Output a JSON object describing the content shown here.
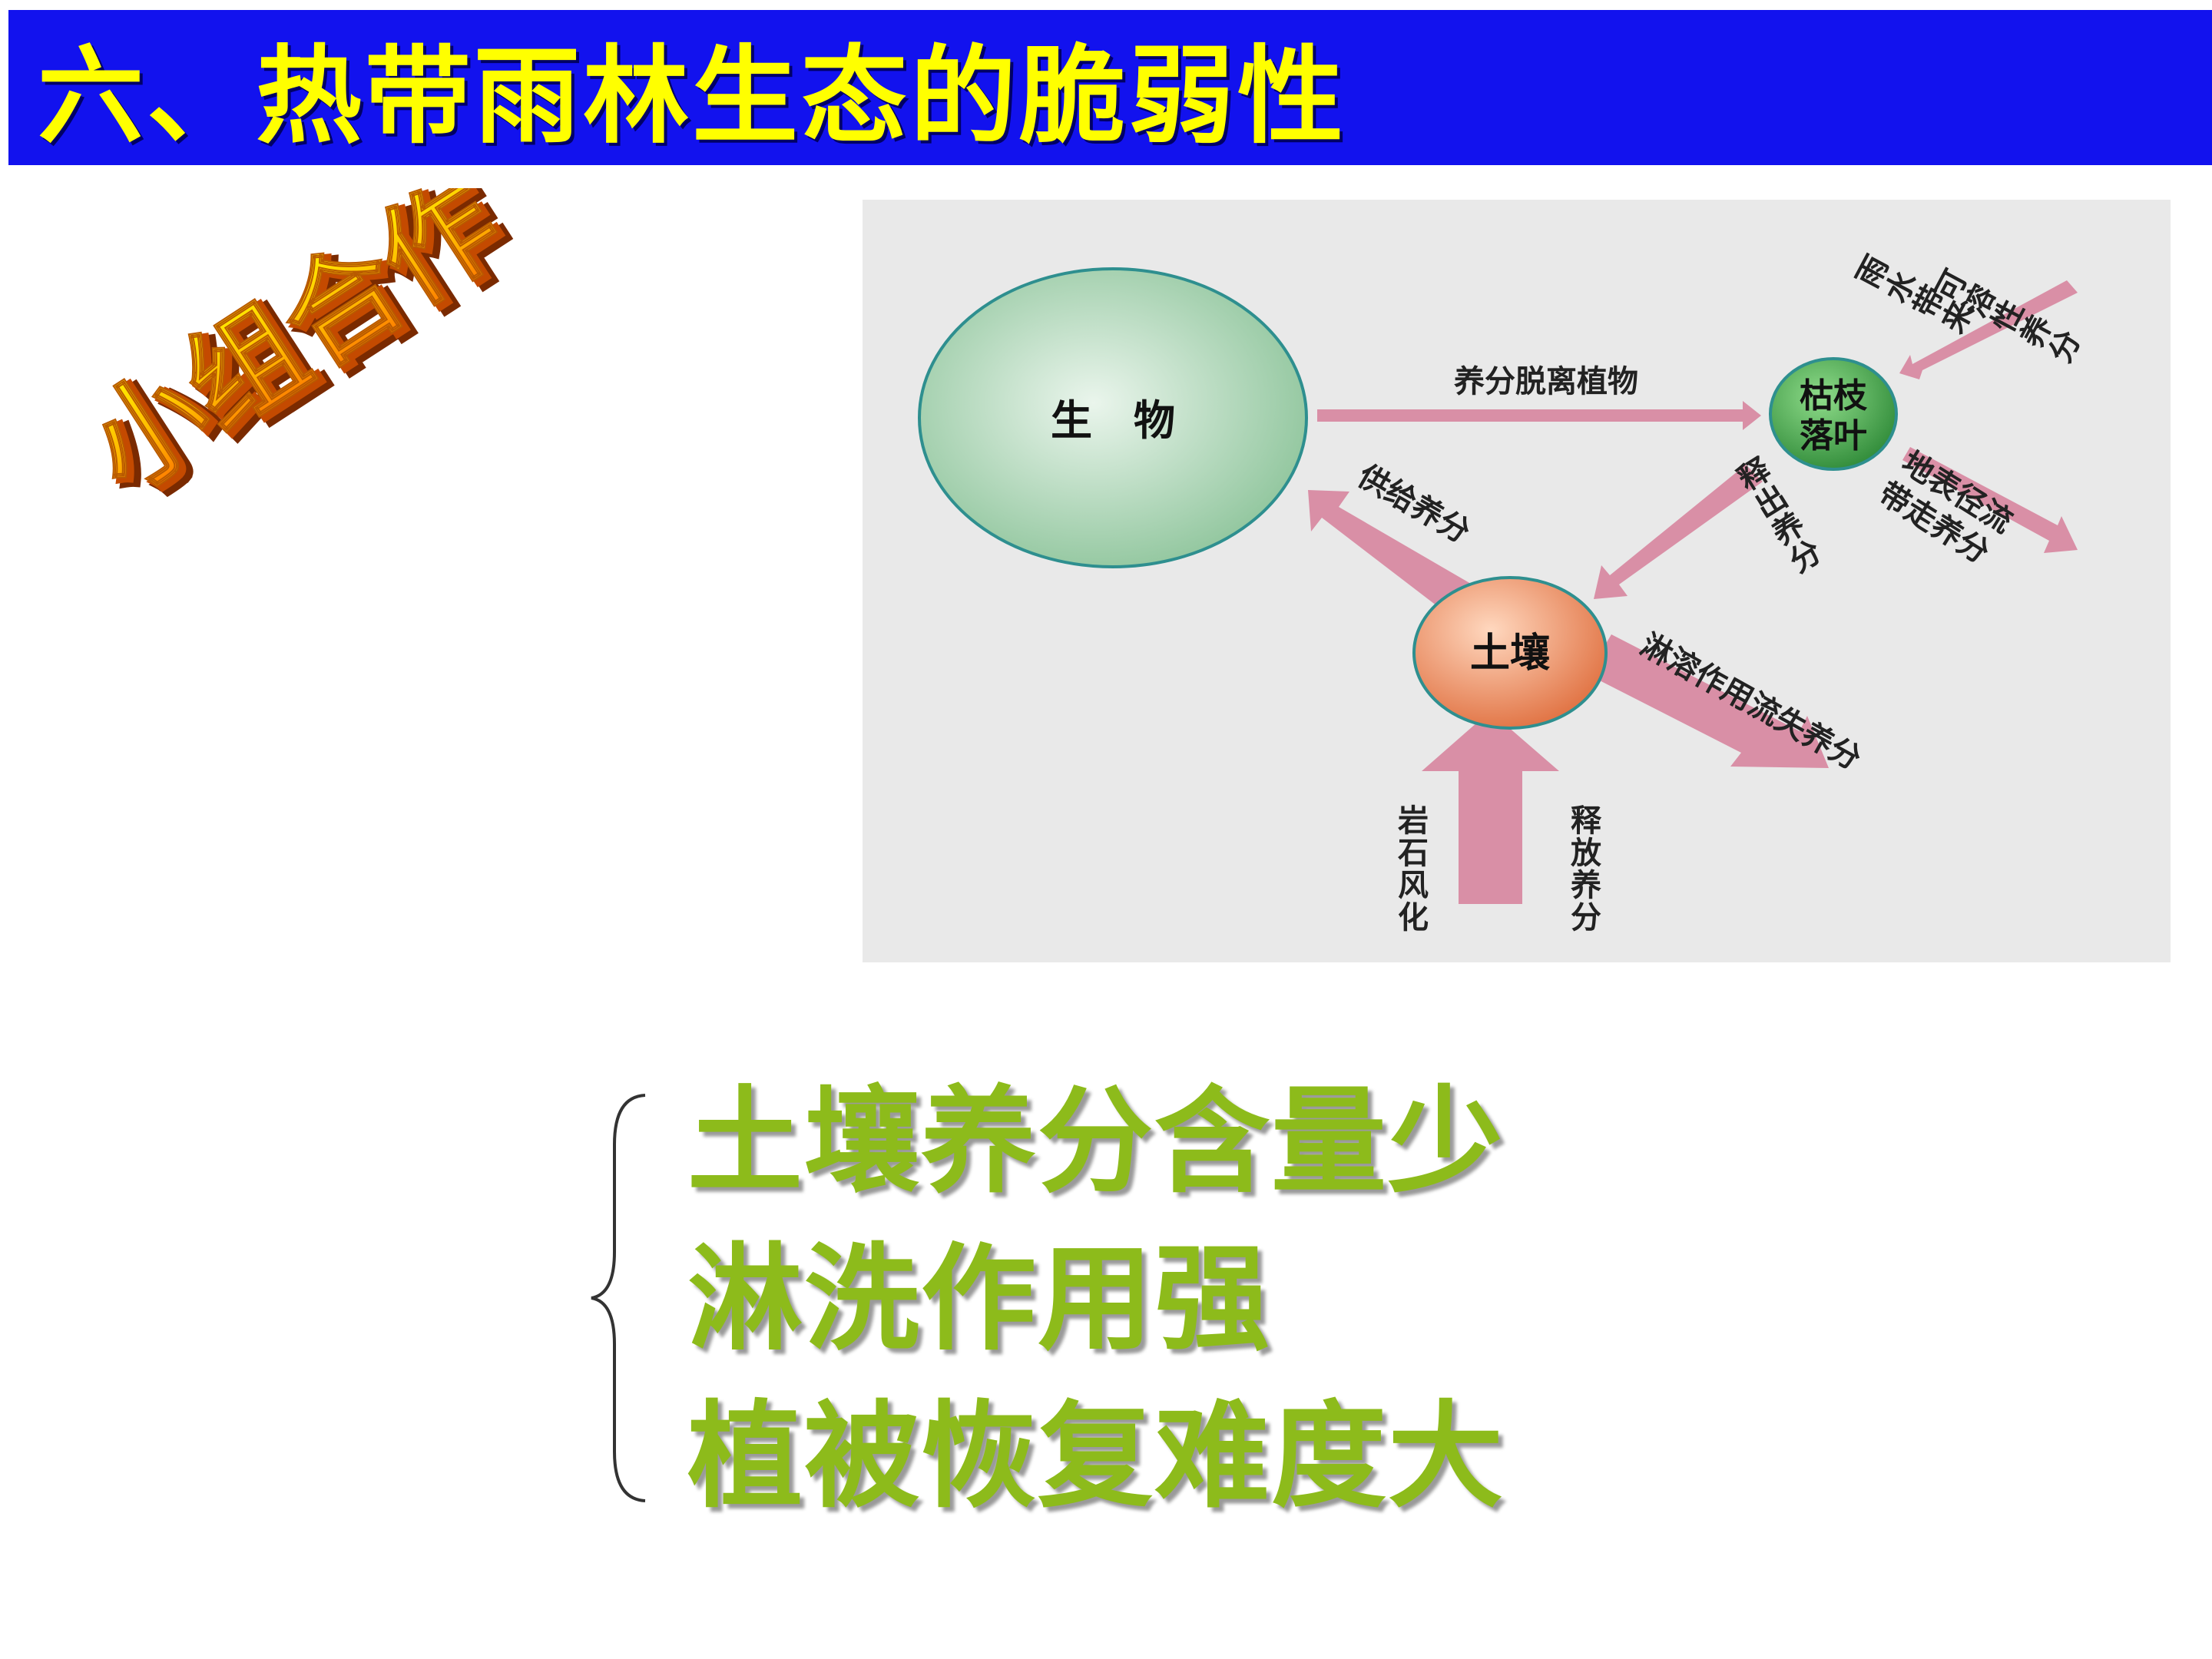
{
  "slide": {
    "title": "六、热带雨林生态的脆弱性",
    "word_art": "小组合作"
  },
  "diagram": {
    "nodes": {
      "organisms": "生　物",
      "litter": [
        "枯枝",
        "落叶"
      ],
      "soil": "土壤"
    },
    "labels": {
      "nutrients_leave_plants": "养分脱离植物",
      "supply_nutrients": "供给养分",
      "release_nutrients_litter": [
        "释",
        "出",
        "养",
        "分"
      ],
      "rain_brings": [
        "雨",
        "水",
        "带",
        "来"
      ],
      "soluble_nutrients": [
        "可",
        "溶",
        "性",
        "养",
        "分"
      ],
      "surface_runoff": [
        "地表径流",
        "带走养分"
      ],
      "leaching_loss": "淋溶作用流失养分",
      "rock_weathering": [
        "岩",
        "石",
        "风",
        "化"
      ],
      "release_nutrients_rock": [
        "释",
        "放",
        "养",
        "分"
      ]
    },
    "colors": {
      "arrow": "#d98fa6",
      "organisms_fill": "#a8d0b2",
      "litter_fill": "#3f9e47",
      "soil_fill": "#e9885a",
      "panel": "#e9e9e9"
    }
  },
  "conclusions": [
    "土壤养分含量少",
    "淋洗作用强",
    "植被恢复难度大"
  ]
}
